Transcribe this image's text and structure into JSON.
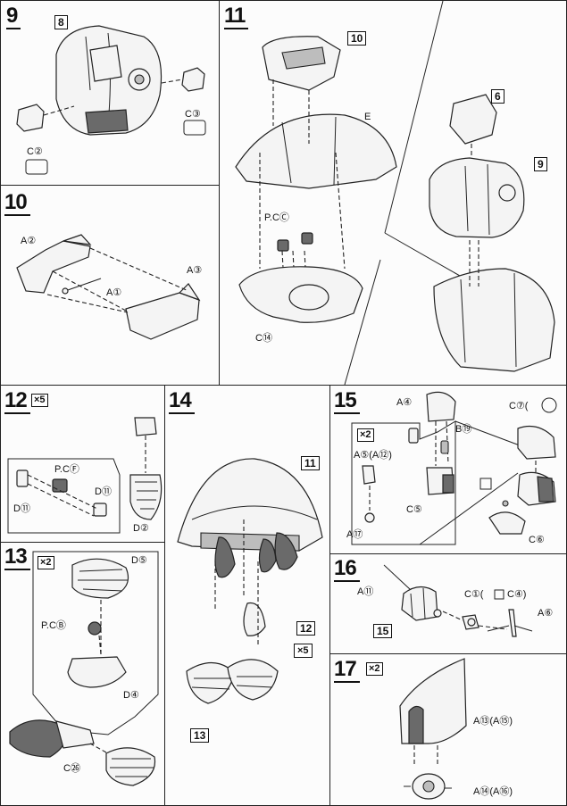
{
  "steps": {
    "s9": {
      "num": "9",
      "box": "8",
      "labels": [
        "C②",
        "C③"
      ]
    },
    "s10": {
      "num": "10",
      "labels": [
        "A②",
        "A③",
        "A①"
      ]
    },
    "s11": {
      "num": "11",
      "box_top": "10",
      "box_six": "6",
      "box_nine": "9",
      "labels": [
        "E",
        "P.CⒸ",
        "C⑭"
      ]
    },
    "s12": {
      "num": "12",
      "multiplier": "×5",
      "labels": [
        "P.CⒻ",
        "D⑪",
        "D⑪",
        "D②"
      ]
    },
    "s13": {
      "num": "13",
      "multiplier": "×2",
      "labels": [
        "D⑤",
        "P.CⒷ",
        "D④",
        "C㉖"
      ]
    },
    "s14": {
      "num": "14",
      "box_eleven": "11",
      "box_twelve": "12",
      "times_five": "×5",
      "box_thirteen": "13"
    },
    "s15": {
      "num": "15",
      "multiplier": "×2",
      "labels": [
        "A④",
        "A⑤(A⑫)",
        "A⑰",
        "C⑤",
        "B⑲",
        "C⑦(",
        "C⑥"
      ]
    },
    "s16": {
      "num": "16",
      "box": "15",
      "labels": [
        "A⑪",
        "C①(",
        "C④)",
        "A⑥"
      ]
    },
    "s17": {
      "num": "17",
      "multiplier": "×2",
      "labels": [
        "A⑬(A⑮)",
        "A⑭(A⑯)"
      ]
    }
  }
}
